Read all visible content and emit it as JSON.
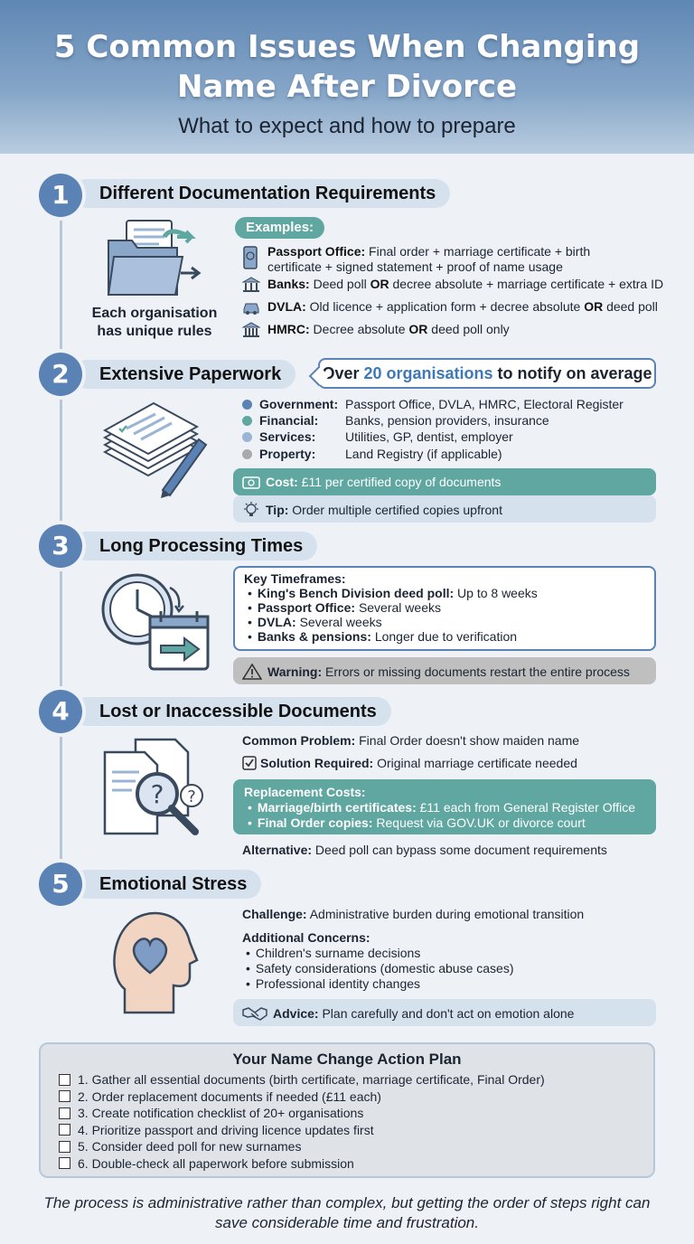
{
  "header": {
    "title": "5 Common Issues When Changing Name After Divorce",
    "subtitle": "What to expect and how to prepare"
  },
  "s1": {
    "num": "1",
    "title": "Different Documentation Requirements",
    "caption": "Each organisation has unique rules",
    "examples_label": "Examples:",
    "rows": [
      {
        "label": "Passport Office:",
        "text": "Final order + marriage certificate + birth certificate + signed statement + proof of name usage",
        "icon": "passport-icon"
      },
      {
        "label": "Banks:",
        "text": "Deed poll OR decree absolute + marriage certificate + extra ID",
        "icon": "bank-icon"
      },
      {
        "label": "DVLA:",
        "text": "Old licence + application form + decree absolute OR deed poll",
        "icon": "car-icon"
      },
      {
        "label": "HMRC:",
        "text": "Decree absolute OR deed poll only",
        "icon": "government-building-icon"
      }
    ]
  },
  "s2": {
    "num": "2",
    "title": "Extensive Paperwork",
    "callout_pre": "Over ",
    "callout_hl": "20 organisations",
    "callout_post": " to notify on average",
    "cats": [
      {
        "label": "Government:",
        "text": "Passport Office, DVLA, HMRC, Electoral Register",
        "color": "#5b82b4"
      },
      {
        "label": "Financial:",
        "text": "Banks, pension providers, insurance",
        "color": "#5fa7a0"
      },
      {
        "label": "Services:",
        "text": "Utilities, GP, dentist, employer",
        "color": "#9ab4d6"
      },
      {
        "label": "Property:",
        "text": "Land Registry (if applicable)",
        "color": "#a9a9a9"
      }
    ],
    "cost_label": "Cost:",
    "cost_text": "£11 per certified copy of documents",
    "tip_label": "Tip:",
    "tip_text": "Order multiple certified copies upfront"
  },
  "s3": {
    "num": "3",
    "title": "Long Processing Times",
    "box_title": "Key Timeframes:",
    "items": [
      {
        "label": "King's Bench Division deed poll:",
        "text": "Up to 8 weeks"
      },
      {
        "label": "Passport Office:",
        "text": "Several weeks"
      },
      {
        "label": "DVLA:",
        "text": "Several weeks"
      },
      {
        "label": "Banks & pensions:",
        "text": "Longer due to verification"
      }
    ],
    "warning_label": "Warning:",
    "warning_text": "Errors or missing documents restart the entire process"
  },
  "s4": {
    "num": "4",
    "title": "Lost or Inaccessible Documents",
    "problem_label": "Common Problem:",
    "problem_text": "Final Order doesn't show maiden name",
    "solution_label": "Solution Required:",
    "solution_text": "Original marriage certificate needed",
    "repl_title": "Replacement Costs:",
    "repl": [
      {
        "label": "Marriage/birth certificates:",
        "text": "£11 each from General Register Office"
      },
      {
        "label": "Final Order copies:",
        "text": "Request via GOV.UK or divorce court"
      }
    ],
    "alt_label": "Alternative:",
    "alt_text": "Deed poll can bypass some document requirements"
  },
  "s5": {
    "num": "5",
    "title": "Emotional Stress",
    "challenge_label": "Challenge:",
    "challenge_text": "Administrative burden during emotional transition",
    "concerns_title": "Additional Concerns:",
    "concerns": [
      "Children's surname decisions",
      "Safety considerations (domestic abuse cases)",
      "Professional identity changes"
    ],
    "advice_label": "Advice:",
    "advice_text": "Plan carefully and don't act on emotion alone"
  },
  "plan": {
    "title": "Your Name Change Action Plan",
    "items": [
      "1. Gather all essential documents (birth certificate, marriage certificate, Final Order)",
      "2. Order replacement documents if needed (£11 each)",
      "3. Create notification checklist of 20+ organisations",
      "4. Prioritize passport and driving licence updates first",
      "5. Consider deed poll for new surnames",
      "6. Double-check all paperwork before submission"
    ]
  },
  "footer": "The process is administrative rather than complex, but getting the order of steps right can save considerable time and frustration."
}
